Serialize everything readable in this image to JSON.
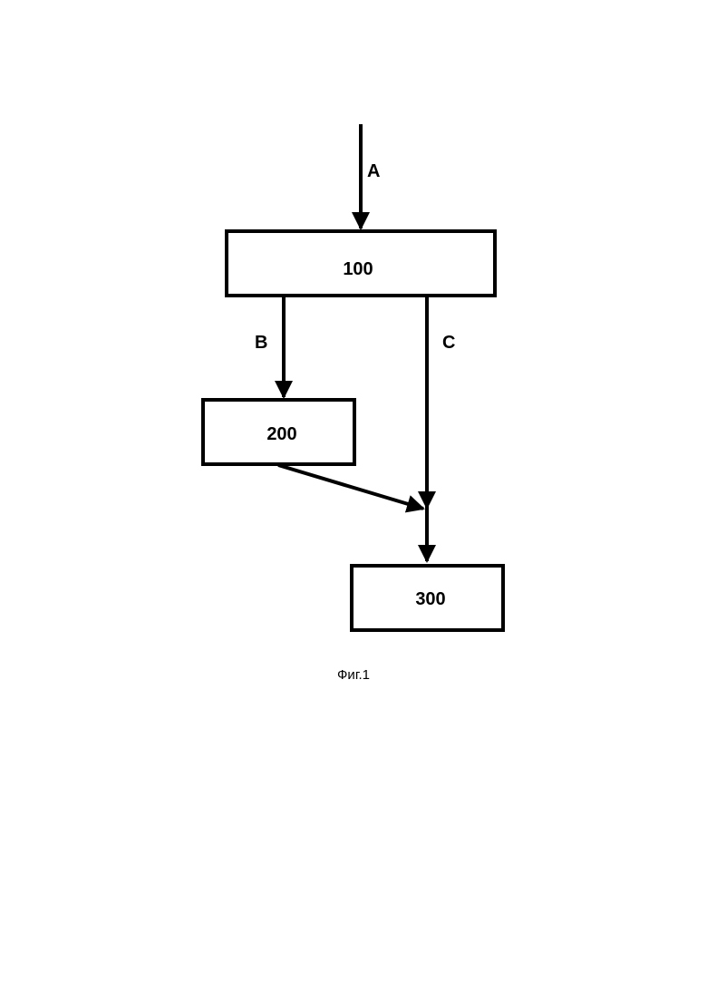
{
  "diagram": {
    "nodes": [
      {
        "id": "100",
        "label": "100"
      },
      {
        "id": "200",
        "label": "200"
      },
      {
        "id": "300",
        "label": "300"
      }
    ],
    "edges": [
      {
        "from": "input",
        "to": "100",
        "label": "A"
      },
      {
        "from": "100",
        "to": "200",
        "label": "B"
      },
      {
        "from": "100",
        "to": "300",
        "label": "C"
      },
      {
        "from": "200",
        "to": "300",
        "label": ""
      }
    ],
    "colors": {
      "stroke": "#000000",
      "background": "#ffffff"
    }
  },
  "caption": "Фиг.1"
}
